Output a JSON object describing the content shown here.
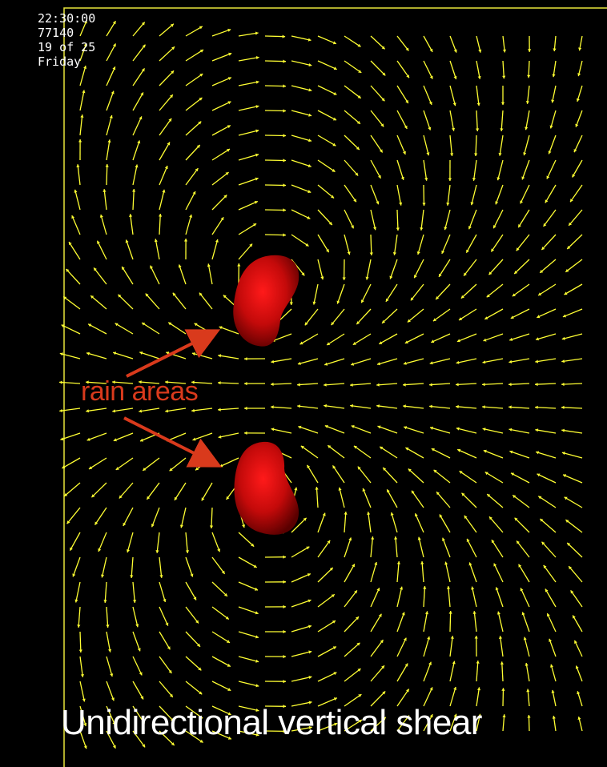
{
  "hud": {
    "time": "22:30:00",
    "id": "77140",
    "frame": "19 of 25",
    "day": "Friday"
  },
  "annotation": {
    "label": "rain areas",
    "color": "#d93a1c"
  },
  "caption": "Unidirectional vertical shear",
  "colors": {
    "background": "#000000",
    "frame": "#e8e63a",
    "vectors": "#ffff33",
    "rain": "#c40a0a"
  },
  "icons": [
    "wind-vector-arrow",
    "rain-area-blob",
    "annotation-arrow"
  ]
}
